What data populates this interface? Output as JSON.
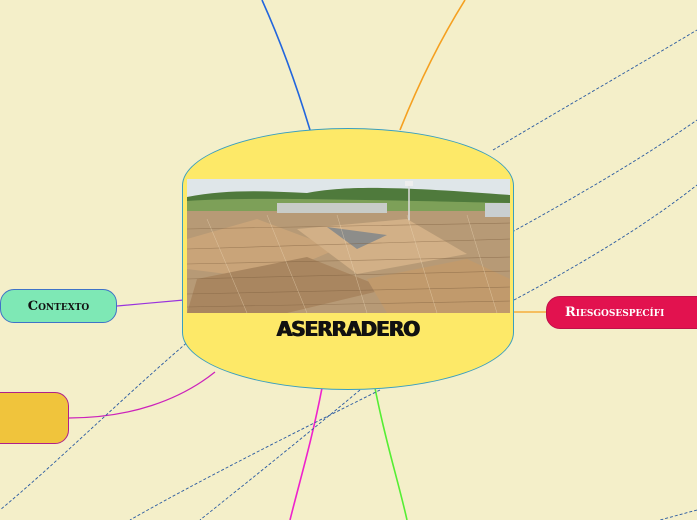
{
  "central": {
    "title": "ASERRADERO",
    "image": "sawmill-log-yard-photo"
  },
  "nodes": {
    "contexto": "Contexto",
    "riesgos": "Riesgosespecífi"
  },
  "colors": {
    "background": "#f4efc9",
    "central_fill": "#fde968",
    "central_border": "#3a9fbf",
    "contexto_fill": "#7ee8b5",
    "riesgos_fill": "#e2124f",
    "left_node_fill": "#f0c43c",
    "branch_blue": "#2266dd",
    "branch_orange": "#f5a020",
    "branch_magenta": "#ee22cc",
    "branch_green": "#55ee33",
    "branch_purple": "#9933dd",
    "branch_dashed": "#2a5aa0"
  }
}
